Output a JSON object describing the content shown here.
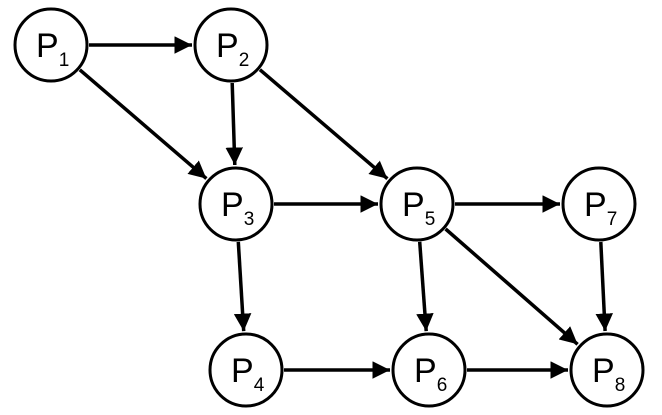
{
  "nodes": [
    {
      "id": "P1",
      "letter": "P",
      "sub": "1"
    },
    {
      "id": "P2",
      "letter": "P",
      "sub": "2"
    },
    {
      "id": "P3",
      "letter": "P",
      "sub": "3"
    },
    {
      "id": "P4",
      "letter": "P",
      "sub": "4"
    },
    {
      "id": "P5",
      "letter": "P",
      "sub": "5"
    },
    {
      "id": "P6",
      "letter": "P",
      "sub": "6"
    },
    {
      "id": "P7",
      "letter": "P",
      "sub": "7"
    },
    {
      "id": "P8",
      "letter": "P",
      "sub": "8"
    }
  ],
  "edges": [
    {
      "from": "P1",
      "to": "P2"
    },
    {
      "from": "P1",
      "to": "P3"
    },
    {
      "from": "P2",
      "to": "P3"
    },
    {
      "from": "P2",
      "to": "P5"
    },
    {
      "from": "P3",
      "to": "P5"
    },
    {
      "from": "P3",
      "to": "P4"
    },
    {
      "from": "P4",
      "to": "P6"
    },
    {
      "from": "P5",
      "to": "P7"
    },
    {
      "from": "P5",
      "to": "P6"
    },
    {
      "from": "P5",
      "to": "P8"
    },
    {
      "from": "P6",
      "to": "P8"
    },
    {
      "from": "P7",
      "to": "P8"
    }
  ],
  "colors": {
    "stroke": "#000000",
    "fill": "#ffffff"
  }
}
